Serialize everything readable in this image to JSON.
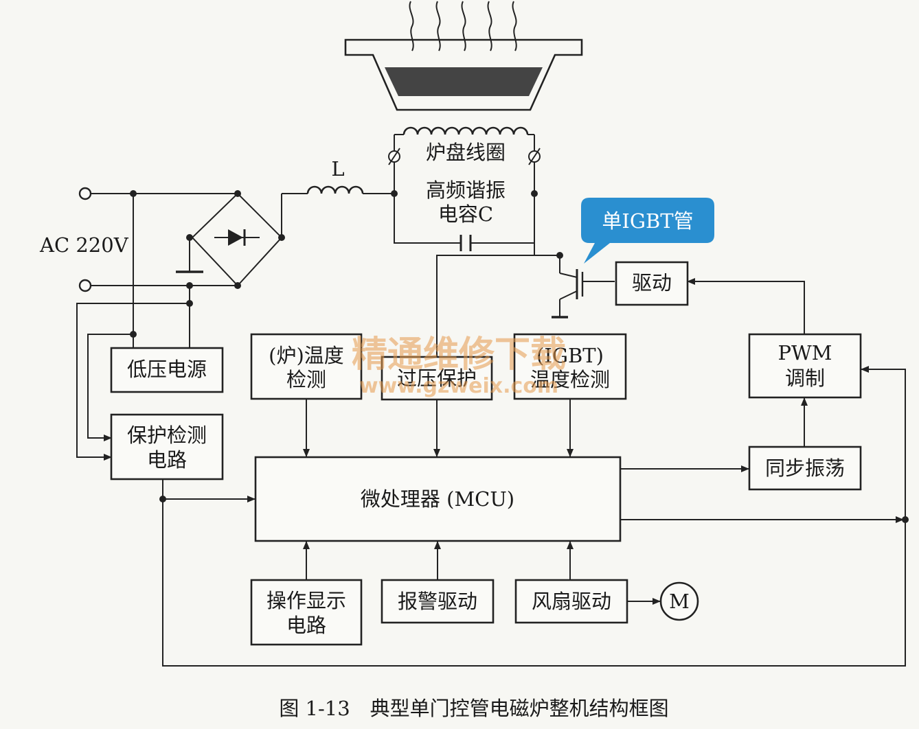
{
  "labels": {
    "coil": "炉盘线圈",
    "res_cap_1": "高频谐振",
    "res_cap_2": "电容C",
    "inductor": "L",
    "ac_source": "AC 220V",
    "callout": "单IGBT管",
    "drive": "驱动",
    "low_voltage_power": "低压电源",
    "furnace_temp_1": "(炉)温度",
    "furnace_temp_2": "检测",
    "overvoltage": "过压保护",
    "igbt_temp_1": "(IGBT)",
    "igbt_temp_2": "温度检测",
    "pwm_1": "PWM",
    "pwm_2": "调制",
    "protect_1": "保护检测",
    "protect_2": "电路",
    "mcu": "微处理器 (MCU)",
    "sync_osc": "同步振荡",
    "op_display_1": "操作显示",
    "op_display_2": "电路",
    "alarm_drive": "报警驱动",
    "fan_drive": "风扇驱动",
    "motor": "M"
  },
  "watermark": {
    "line1": "精通维修下载",
    "line2": "www.gzweix.com"
  },
  "caption": "图 1-13　典型单门控管电磁炉整机结构框图",
  "colors": {
    "callout_fill": "#2a8fd0",
    "watermark": "#e69a4d",
    "line": "#222222"
  }
}
